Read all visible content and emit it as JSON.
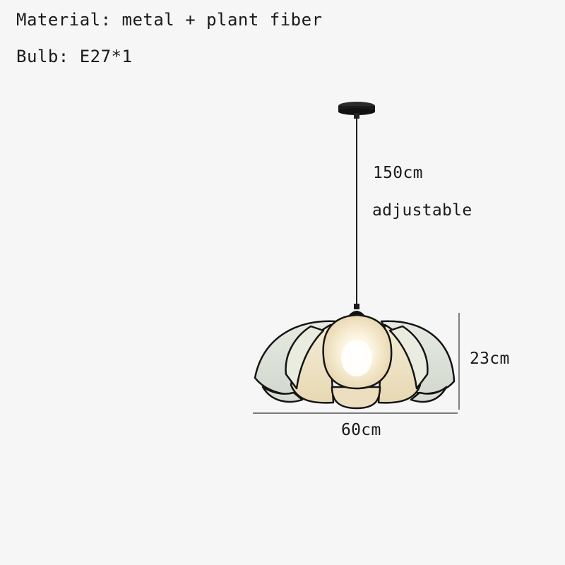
{
  "specs": {
    "material": "Material: metal + plant fiber",
    "bulb": "Bulb: E27*1"
  },
  "dimensions": {
    "cord_length": "150cm",
    "cord_note": "adjustable",
    "height": "23cm",
    "width": "60cm"
  },
  "product_image": {
    "icon": "petal-pendant-lamp-icon",
    "shade_color": "#e2e6dc",
    "inner_glow_color": "#f3ead2",
    "frame_color": "#141414"
  }
}
